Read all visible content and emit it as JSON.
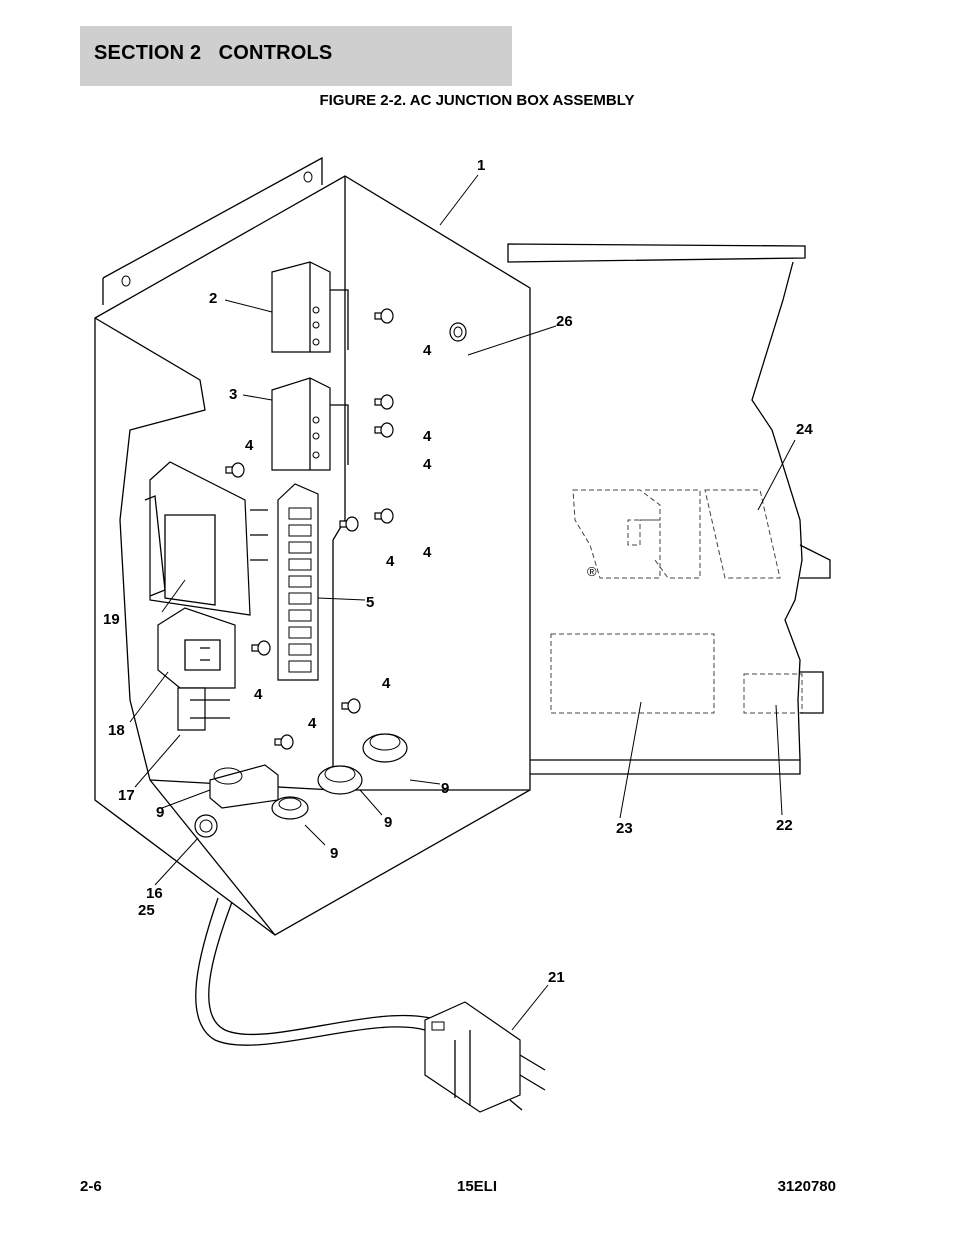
{
  "header": {
    "section_title": "SECTION 2   CONTROLS"
  },
  "figure": {
    "title": "FIGURE 2-2. AC JUNCTION BOX ASSEMBLY"
  },
  "callouts": {
    "c1": "1",
    "c2": "2",
    "c3": "3",
    "c4a": "4",
    "c4b": "4",
    "c4c": "4",
    "c4d": "4",
    "c4e": "4",
    "c4f": "4",
    "c4g": "4",
    "c4h": "4",
    "c4i": "4",
    "c5": "5",
    "c9a": "9",
    "c9b": "9",
    "c9c": "9",
    "c9d": "9",
    "c16": "16",
    "c17": "17",
    "c18": "18",
    "c19": "19",
    "c21": "21",
    "c22": "22",
    "c23": "23",
    "c24": "24",
    "c25": "25",
    "c26": "26",
    "registered": "®"
  },
  "footer": {
    "page": "2-6",
    "model": "15ELI",
    "doc_number": "3120780"
  }
}
